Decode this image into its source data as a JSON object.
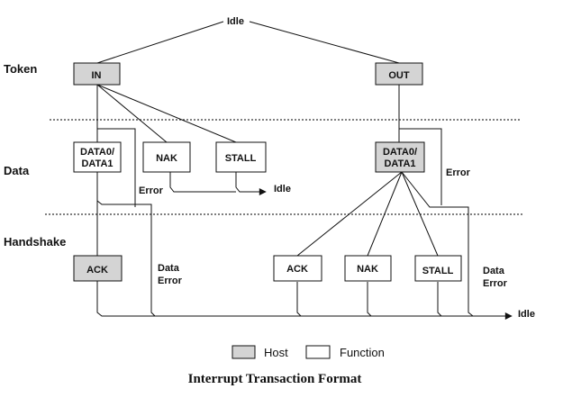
{
  "colors": {
    "host": "#d4d4d4",
    "function": "#ffffff"
  },
  "rows": {
    "token": "Token",
    "data": "Data",
    "handshake": "Handshake"
  },
  "idle": "Idle",
  "nodes": {
    "in": "IN",
    "out": "OUT",
    "data_host_line1": "DATA0/",
    "data_host_line2": "DATA1",
    "nak_host": "NAK",
    "stall_host": "STALL",
    "data_out_line1": "DATA0/",
    "data_out_line2": "DATA1",
    "ack_host": "ACK",
    "ack_func": "ACK",
    "nak_func": "NAK",
    "stall_func": "STALL"
  },
  "edge_labels": {
    "error_in": "Error",
    "error_out": "Error",
    "data_error_1_line1": "Data",
    "data_error_1_line2": "Error",
    "data_error_2_line1": "Data",
    "data_error_2_line2": "Error"
  },
  "legend": {
    "host": "Host",
    "function": "Function"
  },
  "caption": "Interrupt Transaction Format"
}
